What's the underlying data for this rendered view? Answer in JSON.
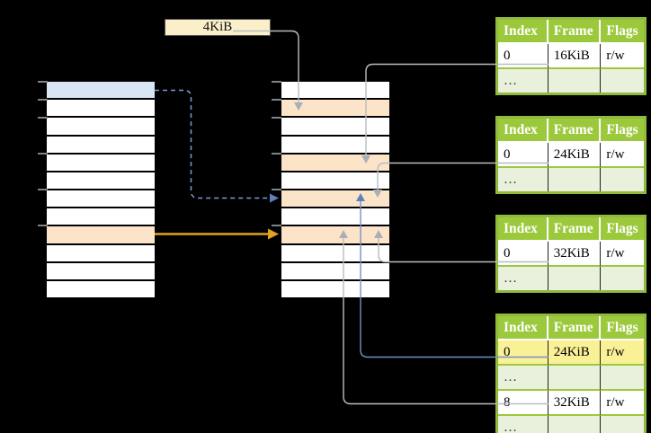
{
  "page_size_label": "4KiB",
  "colors": {
    "bg": "#000000",
    "header-green": "#9CC93C",
    "border-green": "#8FBA3D",
    "alt-green": "#E9F1DC",
    "hl-yellow": "#FAF096",
    "row-blue": "#D9E5F4",
    "row-peach": "#FCE4C9",
    "label-cream": "#FBEFCA",
    "line-gray": "#B8BCC2",
    "head-gray": "#A9AEB7",
    "line-blue": "#7291C7",
    "dash-blue": "#7E9CD4",
    "head-blue": "#5E81BC",
    "line-orange": "#E2A21F",
    "tick-gray": "#7F8487"
  },
  "left_column": {
    "rows": 12,
    "highlighted_rows": [
      {
        "row": 1,
        "color": "blue"
      },
      {
        "row": 9,
        "color": "peach"
      }
    ]
  },
  "middle_column": {
    "rows": 12,
    "highlighted_rows": [
      {
        "row": 2,
        "color": "peach"
      },
      {
        "row": 5,
        "color": "peach"
      },
      {
        "row": 7,
        "color": "peach"
      },
      {
        "row": 9,
        "color": "peach"
      }
    ]
  },
  "tables": [
    {
      "headers": [
        "Index",
        "Frame",
        "Flags"
      ],
      "rows": [
        {
          "cells": [
            "0",
            "16KiB",
            "r/w"
          ]
        },
        {
          "cells": [
            "…",
            "",
            ""
          ]
        }
      ]
    },
    {
      "headers": [
        "Index",
        "Frame",
        "Flags"
      ],
      "rows": [
        {
          "cells": [
            "0",
            "24KiB",
            "r/w"
          ]
        },
        {
          "cells": [
            "…",
            "",
            ""
          ]
        }
      ]
    },
    {
      "headers": [
        "Index",
        "Frame",
        "Flags"
      ],
      "rows": [
        {
          "cells": [
            "0",
            "32KiB",
            "r/w"
          ]
        },
        {
          "cells": [
            "…",
            "",
            ""
          ]
        }
      ]
    },
    {
      "headers": [
        "Index",
        "Frame",
        "Flags"
      ],
      "rows": [
        {
          "cells": [
            "0",
            "24KiB",
            "r/w"
          ],
          "highlighted": true
        },
        {
          "cells": [
            "…",
            "",
            ""
          ]
        },
        {
          "cells": [
            "8",
            "32KiB",
            "r/w"
          ]
        },
        {
          "cells": [
            "…",
            "",
            ""
          ]
        }
      ]
    }
  ]
}
